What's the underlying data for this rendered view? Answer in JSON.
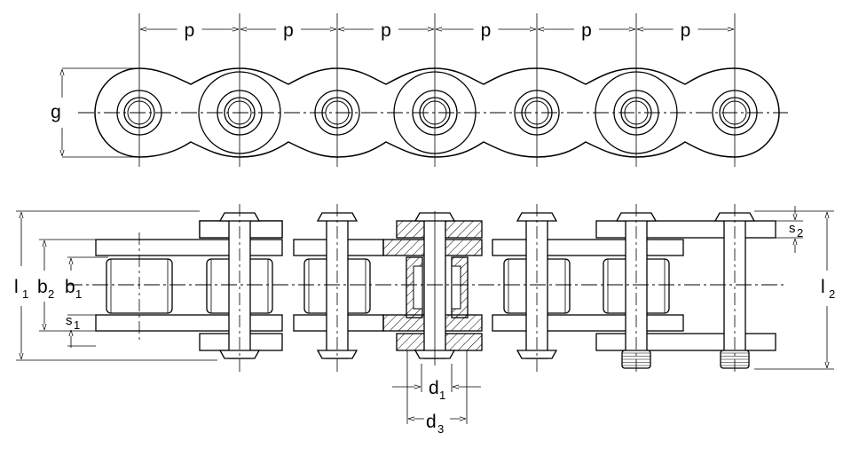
{
  "diagram": {
    "pitch_label": "p",
    "pitch_count": 6,
    "labels": {
      "g": "g",
      "l1": "l",
      "l1_sub": "1",
      "l2": "l",
      "l2_sub": "2",
      "b2": "b",
      "b2_sub": "2",
      "b1": "b",
      "b1_sub": "1",
      "s1": "s",
      "s1_sub": "1",
      "s2": "s",
      "s2_sub": "2",
      "d1": "d",
      "d1_sub": "1",
      "d3": "d",
      "d3_sub": "3"
    },
    "colors": {
      "line": "#000000",
      "background": "#ffffff",
      "hatch": "#000000"
    }
  }
}
